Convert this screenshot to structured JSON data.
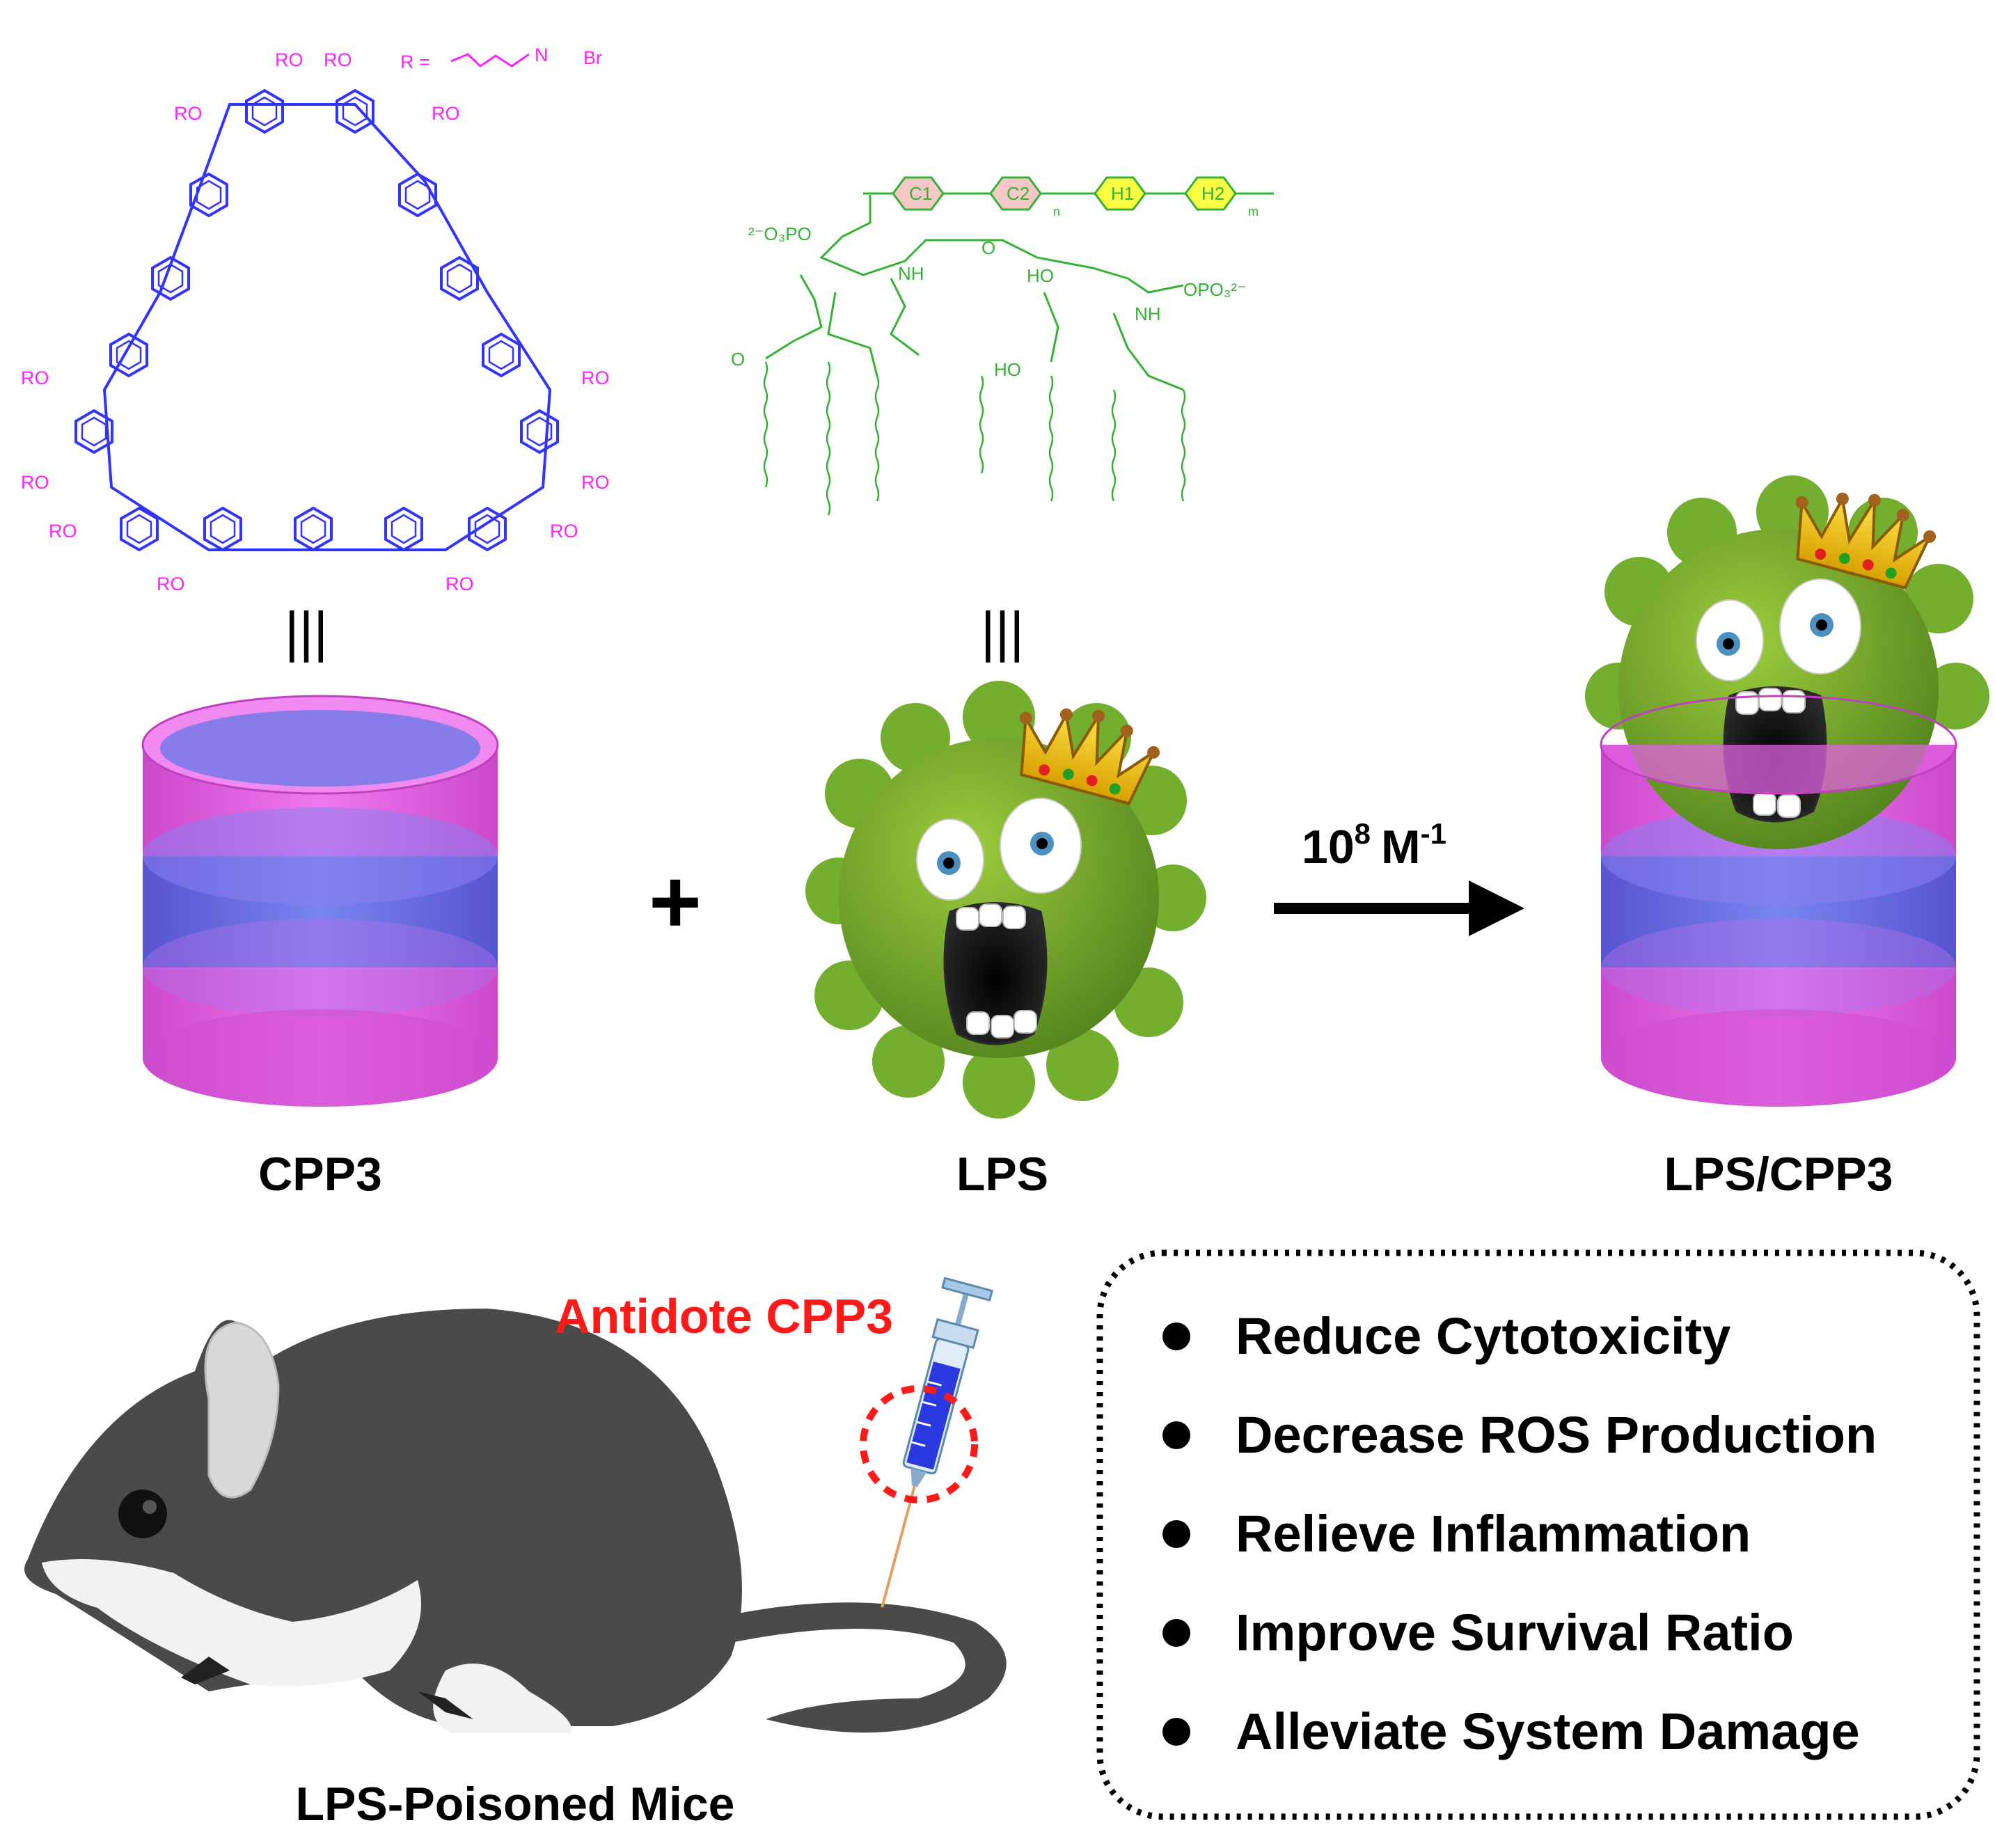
{
  "labels": {
    "cpp3": "CPP3",
    "lps": "LPS",
    "complex": "LPS/CPP3",
    "plus": "+",
    "constant_base": "10",
    "constant_exp": "8",
    "constant_unit": "M",
    "constant_unit_exp": "-1",
    "mice": "LPS-Poisoned Mice",
    "antidote": "Antidote CPP3",
    "equiv": "|||"
  },
  "cpp3_structure": {
    "substituent": "RO",
    "r_definition": "R =",
    "counterion": "Br",
    "nitrogen": "N"
  },
  "lps_structure": {
    "units": [
      "C1",
      "C2",
      "H1",
      "H2"
    ],
    "repeat_n": "n",
    "repeat_m": "m",
    "phosphate_left": "²⁻O₃PO",
    "phosphate_right": "OPO₃²⁻",
    "nh": "NH",
    "ho": "HO",
    "o": "O"
  },
  "benefits": [
    "Reduce Cytotoxicity",
    "Decrease ROS Production",
    "Relieve Inflammation",
    "Improve Survival Ratio",
    "Alleviate System Damage"
  ],
  "colors": {
    "macrocycle": "#3333ff",
    "substituent": "#ff22ff",
    "lps": "#34b234",
    "cylinder_pink": "#e05ce0",
    "cylinder_blue": "#5b6fe0",
    "germ": "#6fa82c",
    "antidote_text": "#ff1a1a"
  }
}
